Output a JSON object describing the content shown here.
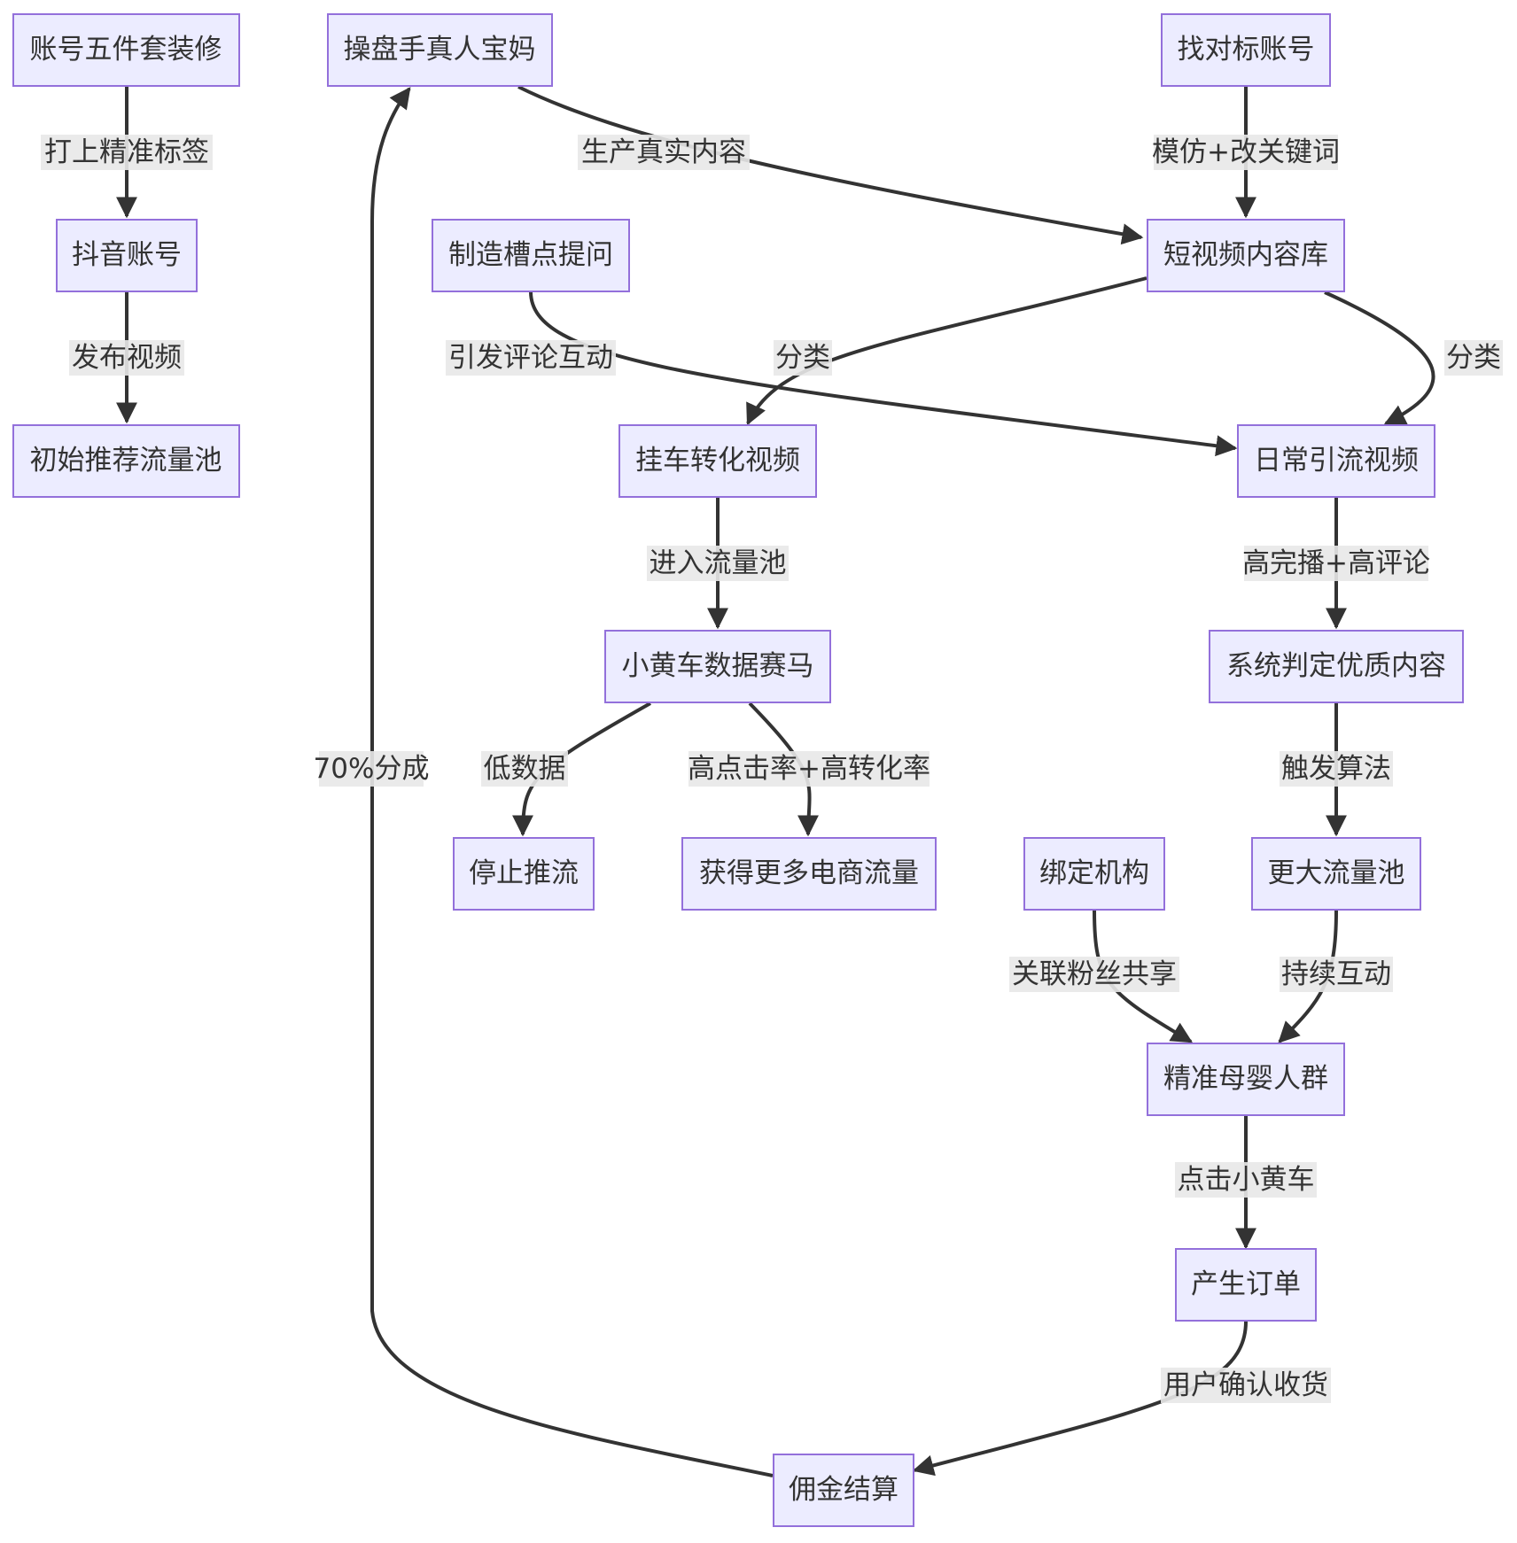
{
  "nodes": {
    "n_zhuangxiu": "账号五件套装修",
    "n_douyin": "抖音账号",
    "n_chushi": "初始推荐流量池",
    "n_caopan": "操盘手真人宝妈",
    "n_zhaobiao": "找对标账号",
    "n_zhizao": "制造槽点提问",
    "n_kuku": "短视频内容库",
    "n_guache": "挂车转化视频",
    "n_richang": "日常引流视频",
    "n_saima": "小黄车数据赛马",
    "n_youzhi": "系统判定优质内容",
    "n_tingzhi": "停止推流",
    "n_dianshang": "获得更多电商流量",
    "n_bangding": "绑定机构",
    "n_gengda": "更大流量池",
    "n_renqun": "精准母婴人群",
    "n_dingdan": "产生订单",
    "n_yongjin": "佣金结算"
  },
  "edges": {
    "e1": "打上精准标签",
    "e2": "发布视频",
    "e3": "生产真实内容",
    "e4": "模仿+改关键词",
    "e5": "引发评论互动",
    "e6": "分类",
    "e7": "分类",
    "e8": "进入流量池",
    "e9": "高完播+高评论",
    "e10": "低数据",
    "e11": "高点击率+高转化率",
    "e12": "触发算法",
    "e13": "关联粉丝共享",
    "e14": "持续互动",
    "e15": "点击小黄车",
    "e16": "用户确认收货",
    "e17": "70%分成"
  },
  "colors": {
    "node_fill": "#ECECFF",
    "node_border": "#9370DB",
    "edge": "#333333",
    "label_bg": "#e8e8e8"
  }
}
